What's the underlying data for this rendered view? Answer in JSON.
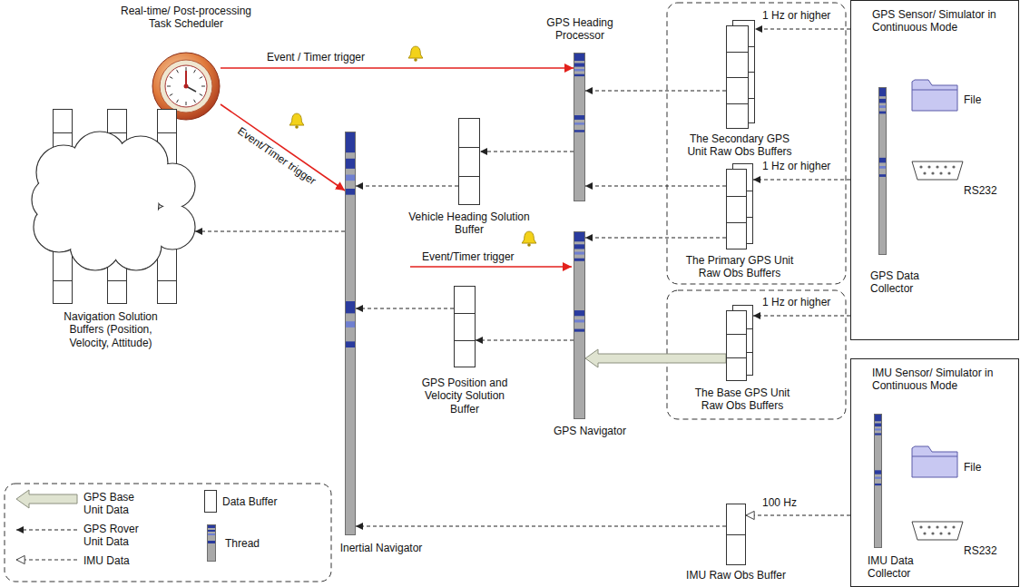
{
  "diagram": {
    "nodes": [
      {
        "text": [
          "Real-time/ Post-processing Task Scheduler"
        ]
      },
      {
        "text": [
          "GPS Heading Processor"
        ]
      },
      {
        "text": [
          "Vehicle Heading Solution Buffer"
        ]
      },
      {
        "text": [
          "Inertial Navigator"
        ]
      },
      {
        "text": [
          "Navigation Solution Buffers (Position, Velocity, Attitude)"
        ]
      },
      {
        "text": [
          "GPS Navigator"
        ]
      },
      {
        "text": [
          "GPS Position and Velocity Solution Buffer"
        ]
      },
      {
        "text": [
          "The Secondary GPS Unit Raw Obs Buffers"
        ]
      },
      {
        "text": [
          "The Primary GPS Unit Raw Obs Buffers"
        ]
      },
      {
        "text": [
          "The Base GPS Unit Raw Obs Buffers"
        ]
      },
      {
        "text": [
          "GPS Sensor/ Simulator in Continuous Mode"
        ]
      },
      {
        "text": [
          "GPS Data Collector"
        ],
        "in": 10
      },
      {
        "text": [
          "IMU Sensor/ Simulator in Continuous Mode"
        ]
      },
      {
        "text": [
          "IMU Data Collector"
        ],
        "in": 12
      },
      {
        "text": [
          "IMU Raw Obs Buffer"
        ]
      }
    ],
    "edges": [
      {
        "from": 0,
        "to": 1,
        "arrow": "to",
        "label": "Event / Timer trigger"
      },
      {
        "from": 0,
        "to": 3,
        "arrow": "to",
        "label": "Event/Timer trigger"
      },
      {
        "from": 10,
        "to": 7,
        "arrow": "to"
      },
      {
        "from": 10,
        "to": 8,
        "arrow": "to"
      },
      {
        "from": 10,
        "to": 9,
        "arrow": "to"
      },
      {
        "from": 7,
        "to": 1,
        "arrow": "to"
      },
      {
        "from": 8,
        "to": 1,
        "arrow": "to"
      },
      {
        "from": 8,
        "to": 5,
        "arrow": "to"
      },
      {
        "from": 9,
        "to": 5,
        "arrow": "to"
      },
      {
        "from": 1,
        "to": 2,
        "arrow": "to"
      },
      {
        "from": 2,
        "to": 3,
        "arrow": "to"
      },
      {
        "from": 5,
        "to": 6,
        "arrow": "to"
      },
      {
        "from": 6,
        "to": 3,
        "arrow": "to"
      },
      {
        "from": 3,
        "to": 4,
        "arrow": "to"
      },
      {
        "from": 12,
        "to": 14,
        "arrow": "to"
      },
      {
        "from": 14,
        "to": 3,
        "arrow": "to"
      }
    ],
    "labels": [
      "1 Hz or higher",
      "1 Hz or higher",
      "1 Hz or higher",
      "100 Hz",
      "Event/Timer trigger",
      "File",
      "RS232",
      "File",
      "RS232"
    ],
    "legend": [
      {
        "text": "GPS Base Unit Data"
      },
      {
        "text": "GPS Rover Unit Data"
      },
      {
        "text": "IMU Data"
      },
      {
        "text": "Data Buffer"
      },
      {
        "text": "Thread"
      }
    ]
  }
}
